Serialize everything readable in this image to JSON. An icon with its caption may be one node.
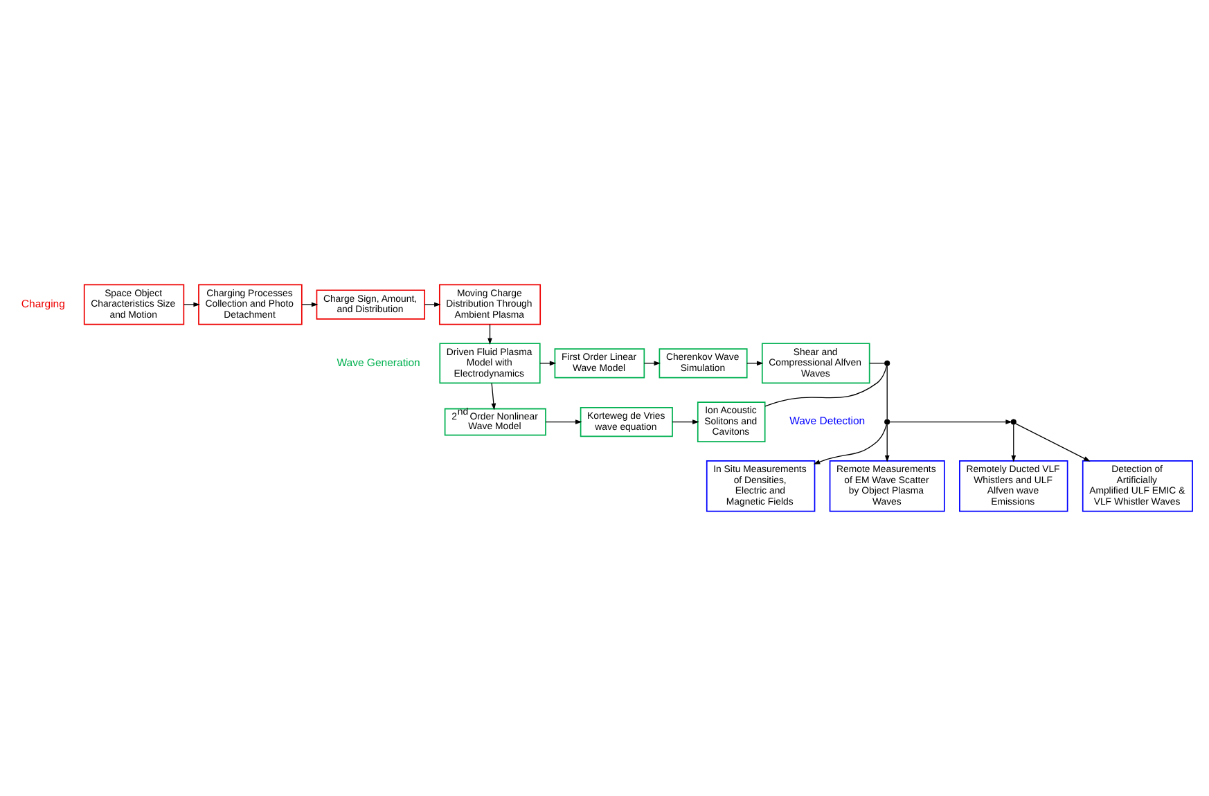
{
  "diagram": {
    "nodes": [
      {
        "text": [
          "Space Object Characteristics Size and Motion"
        ]
      },
      {
        "text": [
          "Charging Processes Collection and Photo Detachment"
        ]
      },
      {
        "text": [
          "Charge Sign, Amount, and Distribution"
        ]
      },
      {
        "text": [
          "Moving Charge Distribution Through Ambient Plasma"
        ]
      },
      {
        "text": [
          "Driven Fluid Plasma Model with Electrodynamics"
        ]
      },
      {
        "text": [
          "First Order Linear Wave Model"
        ]
      },
      {
        "text": [
          "Cherenkov Wave Simulation"
        ]
      },
      {
        "text": [
          "Shear and Compressional Alfven Waves"
        ]
      },
      {
        "text": [
          "2$^{nd}$ Order Nonlinear Wave Model"
        ]
      },
      {
        "text": [
          "Korteweg de Vries wave equation"
        ]
      },
      {
        "text": [
          "Ion Acoustic Solitons and Cavitons"
        ]
      },
      {
        "text": [],
        "shape": "circle"
      },
      {
        "text": [],
        "shape": "circle"
      },
      {
        "text": [
          "In Situ Measurements of Densities, Electric and Magnetic Fields"
        ]
      },
      {
        "text": [
          "Remote Measurements of EM Wave Scatter by Object Plasma Waves"
        ]
      },
      {
        "text": [],
        "shape": "circle"
      },
      {
        "text": [
          "Remotely Ducted VLF Whistlers and ULF Alfven wave Emissions"
        ]
      },
      {
        "text": [
          "Detection of Artificially Amplified ULF EMIC & VLF Whistler Waves"
        ]
      }
    ],
    "edges": [
      {
        "from": 0,
        "to": 1,
        "arrow": "to"
      },
      {
        "from": 1,
        "to": 2,
        "arrow": "to"
      },
      {
        "from": 2,
        "to": 3,
        "arrow": "to"
      },
      {
        "from": 3,
        "to": 4,
        "arrow": "to"
      },
      {
        "from": 4,
        "to": 5,
        "arrow": "to"
      },
      {
        "from": 4,
        "to": 8,
        "arrow": "to"
      },
      {
        "from": 5,
        "to": 6,
        "arrow": "to"
      },
      {
        "from": 6,
        "to": 7,
        "arrow": "to"
      },
      {
        "from": 8,
        "to": 9,
        "arrow": "to"
      },
      {
        "from": 9,
        "to": 10,
        "arrow": "to"
      },
      {
        "from": 7,
        "to": 11,
        "arrow": "none"
      },
      {
        "from": 10,
        "to": 11,
        "arrow": "none"
      },
      {
        "from": 11,
        "to": 12,
        "arrow": "none"
      },
      {
        "from": 12,
        "to": 13,
        "arrow": "to"
      },
      {
        "from": 12,
        "to": 14,
        "arrow": "to"
      },
      {
        "from": 12,
        "to": 15,
        "arrow": "to"
      },
      {
        "from": 15,
        "to": 16,
        "arrow": "to"
      },
      {
        "from": 15,
        "to": 17,
        "arrow": "to"
      }
    ],
    "labels": [
      "Charging",
      "Wave Generation",
      "Wave Detection"
    ]
  }
}
